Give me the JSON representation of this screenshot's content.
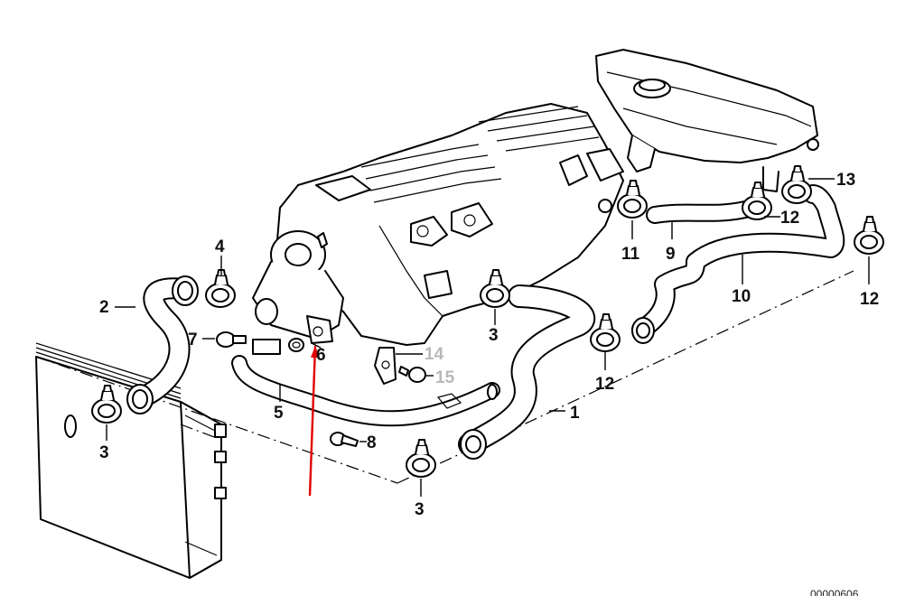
{
  "callouts": {
    "c1": "1",
    "c2": "2",
    "c3a": "3",
    "c3b": "3",
    "c3c": "3",
    "c4": "4",
    "c5": "5",
    "c6": "6",
    "c7": "7",
    "c8": "8",
    "c9": "9",
    "c10": "10",
    "c11": "11",
    "c12a": "12",
    "c12b": "12",
    "c12c": "12",
    "c13": "13",
    "c14": "14",
    "c15": "15"
  },
  "reference_number": "00000606",
  "colors": {
    "line": "#000000",
    "pointer": "#e00000",
    "muted_label": "#b8b8b8"
  }
}
